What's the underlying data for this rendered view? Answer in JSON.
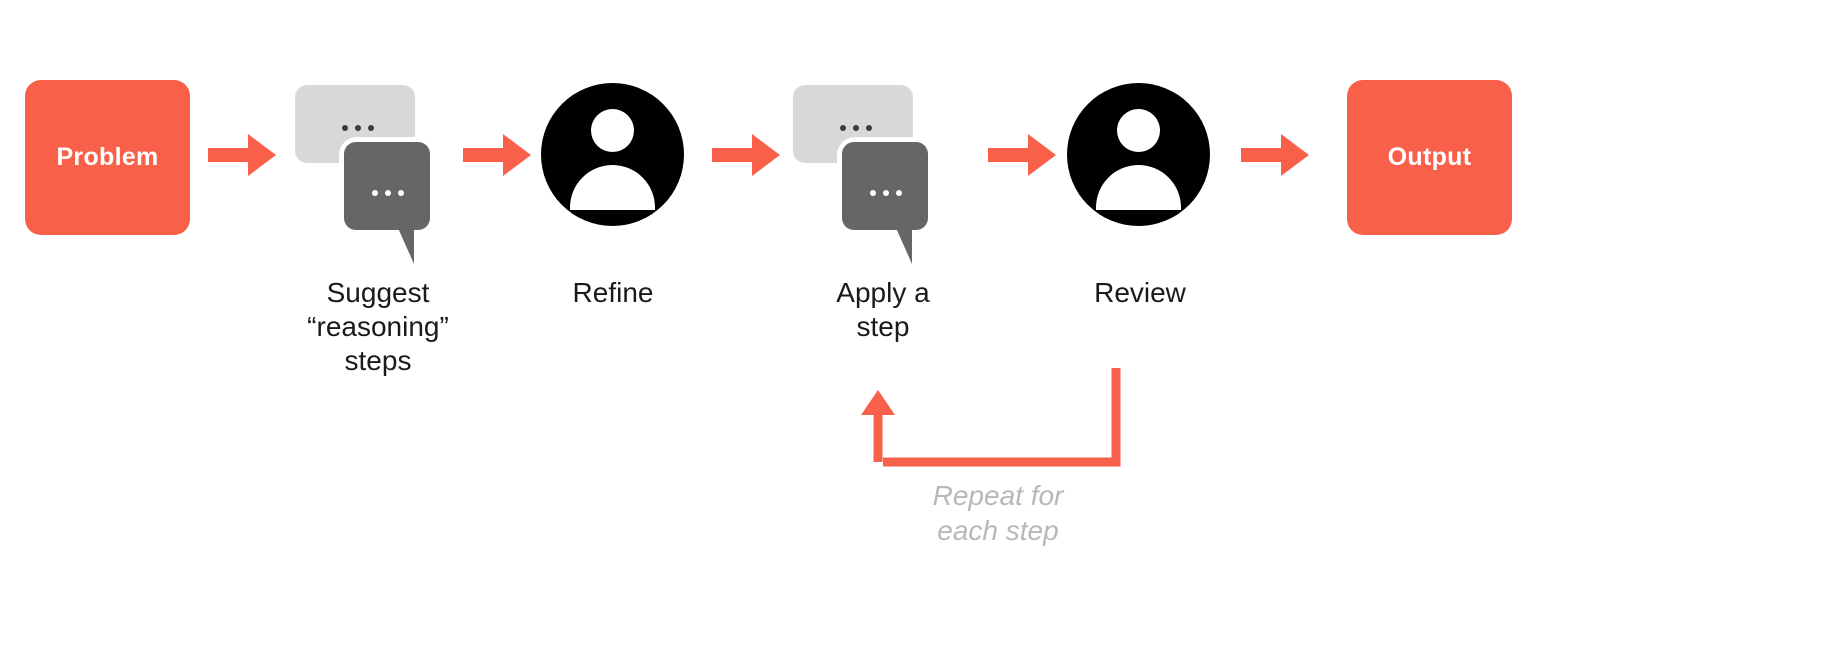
{
  "diagram": {
    "title": "Problem to Output reasoning loop",
    "colors": {
      "accent": "#F9604A",
      "bubble_light": "#d8d8d8",
      "bubble_dark": "#666666",
      "avatar": "#000000",
      "text": "#1a1a1a",
      "loop_text": "#b8b8b8",
      "background": "#ffffff"
    },
    "nodes": {
      "problem": {
        "label": "Problem",
        "type": "rounded-box"
      },
      "suggest": {
        "label": "Suggest\n“reasoning”\nsteps",
        "type": "chat-bubbles"
      },
      "refine": {
        "label": "Refine",
        "type": "person-avatar"
      },
      "apply": {
        "label": "Apply a\nstep",
        "type": "chat-bubbles"
      },
      "review": {
        "label": "Review",
        "type": "person-avatar"
      },
      "output": {
        "label": "Output",
        "type": "rounded-box"
      }
    },
    "bubble_dots": "...",
    "arrows": [
      {
        "name": "arrow-problem-to-suggest",
        "direction": "right"
      },
      {
        "name": "arrow-suggest-to-refine",
        "direction": "right"
      },
      {
        "name": "arrow-refine-to-apply",
        "direction": "right"
      },
      {
        "name": "arrow-apply-to-review",
        "direction": "right"
      },
      {
        "name": "arrow-review-to-output",
        "direction": "right"
      }
    ],
    "loop": {
      "label": "Repeat for\neach step",
      "from": "review",
      "to": "apply",
      "direction": "counter-clockwise"
    }
  }
}
